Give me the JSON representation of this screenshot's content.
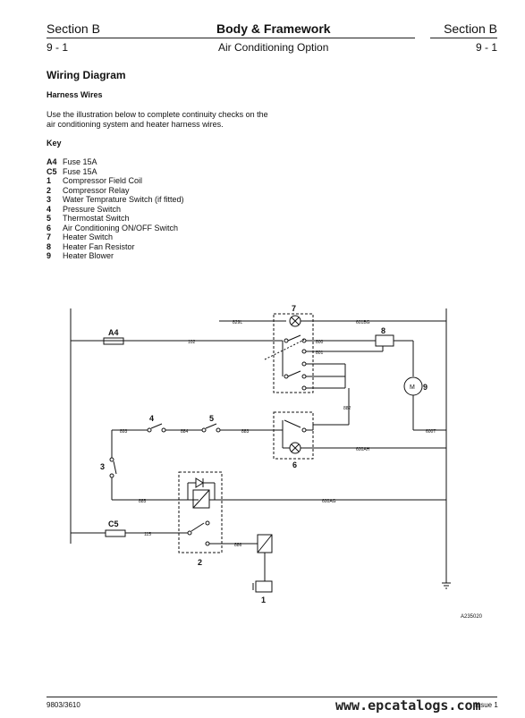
{
  "header": {
    "section_left": "Section B",
    "title": "Body & Framework",
    "section_right": "Section B",
    "page_left": "9 - 1",
    "subtitle": "Air Conditioning Option",
    "page_right": "9 - 1"
  },
  "content": {
    "heading": "Wiring Diagram",
    "subheading": "Harness Wires",
    "intro": "Use the illustration below to complete continuity checks on the air conditioning system and heater harness wires.",
    "key_heading": "Key",
    "key": [
      {
        "code": "A4",
        "text": "Fuse 15A"
      },
      {
        "code": "C5",
        "text": "Fuse 15A"
      },
      {
        "code": "1",
        "text": "Compressor Field Coil"
      },
      {
        "code": "2",
        "text": "Compressor Relay"
      },
      {
        "code": "3",
        "text": "Water Temprature Switch (if fitted)"
      },
      {
        "code": "4",
        "text": "Pressure Switch"
      },
      {
        "code": "5",
        "text": "Thermostat Switch"
      },
      {
        "code": "6",
        "text": "Air Conditioning ON/OFF Switch"
      },
      {
        "code": "7",
        "text": "Heater Switch"
      },
      {
        "code": "8",
        "text": "Heater Fan Resistor"
      },
      {
        "code": "9",
        "text": "Heater Blower"
      }
    ]
  },
  "diagram": {
    "components": {
      "fuse_a4": "A4",
      "fuse_c5": "C5",
      "c1": "1",
      "c2": "2",
      "c3": "3",
      "c4": "4",
      "c5": "5",
      "c6": "6",
      "c7": "7",
      "c8": "8",
      "c9": "9",
      "motor": "M"
    },
    "wires": {
      "w829L": "829L",
      "w601BG": "601BG",
      "w102": "102",
      "w800": "800",
      "w801": "801",
      "w882": "882",
      "w600T": "600T",
      "w893": "893",
      "w884": "884",
      "w883": "883",
      "w600AH": "600AH",
      "w885": "885",
      "w600AG": "600AG",
      "w115": "115",
      "w886": "886"
    },
    "ref": "A235020"
  },
  "footer": {
    "doc_number": "9803/3610",
    "watermark": "www.epcatalogs.com",
    "issue": "Issue 1"
  }
}
